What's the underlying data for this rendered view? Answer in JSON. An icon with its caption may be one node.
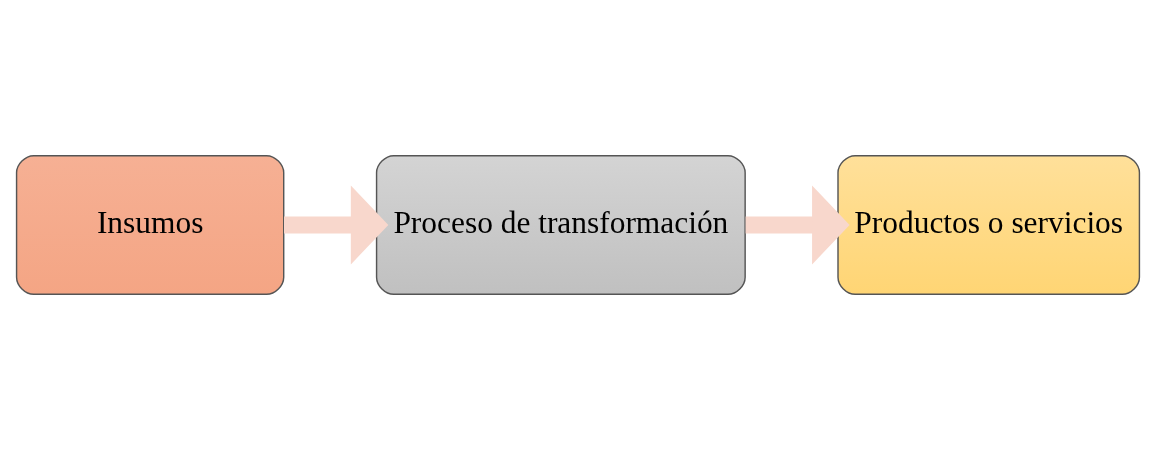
{
  "diagram": {
    "nodes": [
      {
        "text": [
          "Insumos"
        ]
      },
      {
        "text": [
          "Proceso de transformación"
        ]
      },
      {
        "text": [
          "Productos o servicios"
        ]
      }
    ],
    "edges": [
      {
        "from": 0,
        "to": 1,
        "arrow": "to",
        "color": "#f8d7cc"
      },
      {
        "from": 1,
        "to": 2,
        "arrow": "to",
        "color": "#f8d7cc"
      }
    ]
  }
}
